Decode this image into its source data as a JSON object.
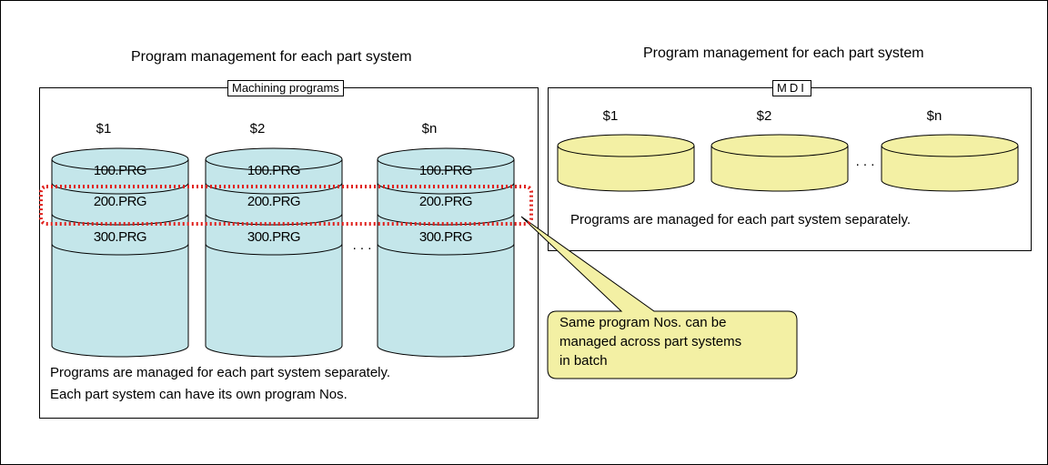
{
  "left_panel": {
    "title": "Program management for each part system",
    "box_label": "Machining programs",
    "systems": [
      {
        "label": "$1",
        "files": [
          "100.PRG",
          "200.PRG",
          "300.PRG"
        ]
      },
      {
        "label": "$2",
        "files": [
          "100.PRG",
          "200.PRG",
          "300.PRG"
        ]
      },
      {
        "label": "$n",
        "files": [
          "100.PRG",
          "200.PRG",
          "300.PRG"
        ]
      }
    ],
    "ellipsis": ". . .",
    "note_line1": "Programs are managed for each part system separately.",
    "note_line2": "Each part system can have its own program Nos."
  },
  "right_panel": {
    "title": "Program management for each part system",
    "box_label": "MDI",
    "systems": [
      {
        "label": "$1"
      },
      {
        "label": "$2"
      },
      {
        "label": "$n"
      }
    ],
    "ellipsis": ". . .",
    "note": "Programs are managed for each part system separately."
  },
  "callout": {
    "line1": "Same program Nos. can be",
    "line2": "managed across part systems",
    "line3": "in batch"
  },
  "colors": {
    "left_cylinder_fill": "#c4e6ea",
    "right_cylinder_fill": "#f3f0a4",
    "callout_fill": "#f3f0a4",
    "dotted_highlight": "#e0201c"
  }
}
